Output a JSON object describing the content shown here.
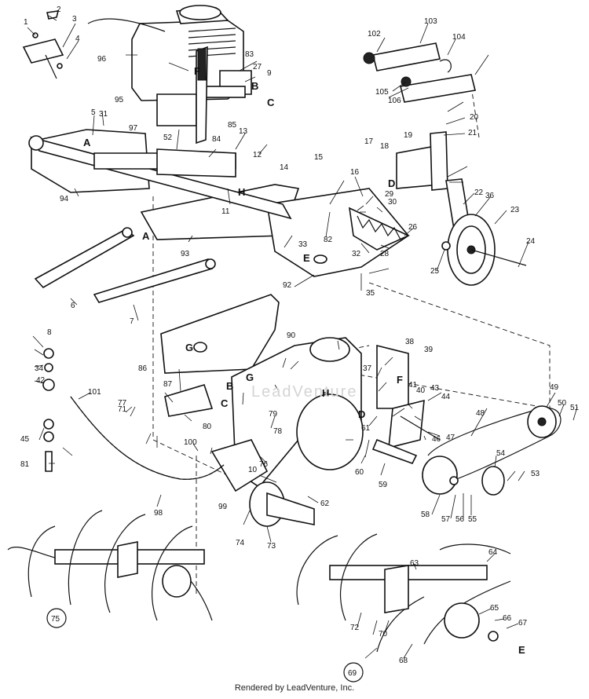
{
  "footer": "Rendered by LeadVenture, Inc.",
  "watermark": "LeadVenture",
  "circled_callouts": [
    "75",
    "69"
  ],
  "reference_letters": [
    "A",
    "B",
    "C",
    "D",
    "E",
    "F",
    "G",
    "H"
  ],
  "part_numbers": [
    "1",
    "2",
    "3",
    "4",
    "5",
    "6",
    "7",
    "8",
    "9",
    "10",
    "11",
    "12",
    "13",
    "14",
    "15",
    "16",
    "17",
    "18",
    "19",
    "20",
    "21",
    "22",
    "23",
    "24",
    "25",
    "26",
    "27",
    "28",
    "29",
    "30",
    "31",
    "32",
    "33",
    "34",
    "35",
    "36",
    "37",
    "38",
    "39",
    "40",
    "41",
    "42",
    "43",
    "44",
    "45",
    "46",
    "47",
    "48",
    "49",
    "50",
    "51",
    "52",
    "53",
    "54",
    "55",
    "56",
    "57",
    "58",
    "59",
    "60",
    "61",
    "62",
    "63",
    "64",
    "65",
    "66",
    "67",
    "68",
    "70",
    "71",
    "72",
    "73",
    "74",
    "76",
    "77",
    "78",
    "79",
    "80",
    "81",
    "82",
    "83",
    "84",
    "85",
    "86",
    "87",
    "90",
    "92",
    "93",
    "94",
    "95",
    "96",
    "97",
    "98",
    "99",
    "100",
    "101",
    "102",
    "103",
    "104",
    "105",
    "106"
  ]
}
